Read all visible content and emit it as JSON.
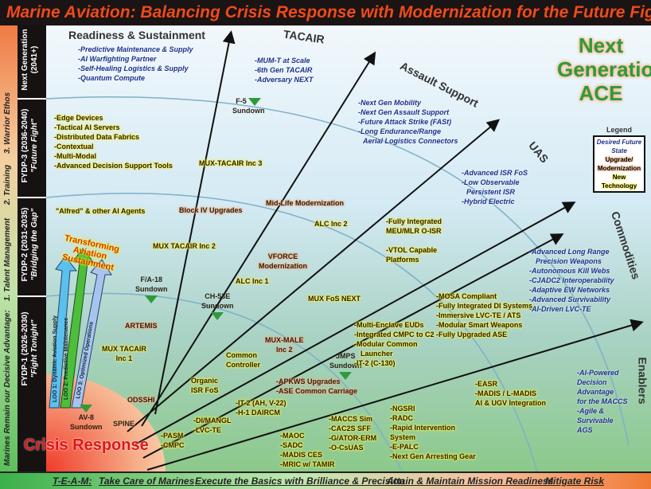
{
  "title": "Marine Aviation: Balancing Crisis Response with Modernization for the Future Fight",
  "left_strip": {
    "text": "Marines Remain our Decisive Advantage:",
    "items": [
      "1. Talent Management",
      "2. Training",
      "3. Warrior Ethos"
    ]
  },
  "periods": [
    {
      "name": "Next Generation",
      "years": "(2041+)"
    },
    {
      "name": "FYDP-3 (2036-2040)",
      "sub": "\"Future Fight\""
    },
    {
      "name": "FYDP-2 (2031-2035)",
      "sub": "\"Bridging the Gap\""
    },
    {
      "name": "FYDP-1 (2026-2030)",
      "sub": "\"Fight Tonight\""
    }
  ],
  "headings": {
    "readiness": "Readiness & Sustainment",
    "tacair": "TACAIR",
    "assault": "Assault Support",
    "uas": "UAS",
    "commodities": "Commodities",
    "enablers": "Enablers",
    "crisis": "Crisis Response",
    "nextgen": [
      "Next",
      "Generation",
      "ACE"
    ],
    "transforming": "Transforming Aviation Sustainment"
  },
  "legend": {
    "title": "Legend",
    "desired": "Desired Future State",
    "upgrade": "Upgrade/ Modernization",
    "new": "New Technology"
  },
  "future": {
    "readiness": [
      "-Predictive Maintenance & Supply",
      "-AI Warfighting Partner",
      "-Self-Healing Logistics & Supply",
      "-Quantum Compute"
    ],
    "tacair": [
      "-MUM-T at Scale",
      "-6th Gen TACAIR",
      "-Adversary NEXT"
    ],
    "assault": [
      "-Next Gen Mobility",
      "-Next Gen Assault Support",
      "-Future Attack Strike (FASt)",
      "-Long Endurance/Range",
      "Aerial Logistics Connectors"
    ],
    "uas": [
      "-Advanced ISR FoS",
      "-Low Observable",
      "Persistent ISR",
      "-Hybrid Electric"
    ],
    "commodities": [
      "-Advanced Long Range",
      "Precision Weapons",
      "-Autonomous Kill Webs",
      "-CJADC2 Interoperability",
      "-Adaptive EW Networks",
      "-Advanced Survivability",
      "-AI-Driven LVC-TE"
    ],
    "enablers": [
      "-AI-Powered",
      "Decision",
      "Advantage",
      "for the MACCS",
      "-Agile &",
      "Survivable",
      "AGS"
    ]
  },
  "readiness_new": [
    "-Edge Devices",
    "-Tactical AI Servers",
    "-Distributed Data Fabrics",
    "-Contextual",
    "-Multi-Modal",
    "-Advanced Decision Support Tools"
  ],
  "alfred": "\"Alfred\" & other AI Agents",
  "loo": [
    "LOO 1: Dynamic Aviation Supply",
    "LOO 2: Predictive Maintenance",
    "LOO 3: Optimized Operations"
  ],
  "sundowns": {
    "f5": [
      "F-5",
      "Sundown"
    ],
    "fa18": [
      "F/A-18",
      "Sundown"
    ],
    "ch53e": [
      "CH-53E",
      "Sundown"
    ],
    "jmps": [
      "JMPS",
      "Sundown"
    ],
    "av8": [
      "AV-8",
      "Sundown"
    ]
  },
  "labels": {
    "mux_tacair3": "MUX-TACAIR Inc 3",
    "block4": "Block IV Upgrades",
    "midlife": "Mid-Life Modernization",
    "alc2": "ALC Inc 2",
    "mux_tacair2": "MUX TACAIR Inc 2",
    "vforce": [
      "VFORCE",
      "Modernization"
    ],
    "alc1": "ALC Inc 1",
    "artemis": "ARTEMIS",
    "muxfos": "MUX FoS NEXT",
    "muxmale": [
      "MUX-MALE",
      "Inc 2"
    ],
    "mux_tacair1": [
      "MUX TACAIR",
      "Inc 1"
    ],
    "common": [
      "Common",
      "Controller"
    ],
    "organic": [
      "Organic",
      "ISR FoS"
    ],
    "apkws": [
      "-APKWS Upgrades",
      "-ASE Common Carriage"
    ],
    "odsshi": "ODSSHI",
    "spine": "SPINE",
    "it2": [
      "-IT-2 (AH, V-22)",
      "-H-1 DAIRCM"
    ],
    "dimangl": [
      "-DI/MANGL",
      "-LVC-TE"
    ],
    "pasm": [
      "-PASM",
      "-CMPC"
    ],
    "maoc": [
      "-MAOC",
      "-SADC",
      "-MADIS CES",
      "-MRIC w/ TAMIR"
    ],
    "maccs": [
      "-MACCS Sim",
      "-CAC2S SFF",
      "-G/ATOR-ERM",
      "-O-CsUAS"
    ],
    "ngsri": [
      "-NGSRI",
      "-RADC",
      "-Rapid Intervention",
      "System",
      "-E-PALC",
      "-Next Gen Arresting Gear"
    ],
    "meu": [
      "-Fully Integrated",
      "MEU/MLR O-ISR"
    ],
    "vtol": [
      "-VTOL Capable",
      "Platforms"
    ],
    "enclave": [
      "-Multi-Enclave EUDs",
      "-Integrated CMPC to C2",
      "-Modular Common",
      "Launcher",
      "-IT-2 (C-130)"
    ],
    "mosa": [
      "-MOSA Compliant",
      "-Fully Integrated DI Systems",
      "-Immersive LVC-TE / ATS",
      "-Modular Smart Weapons",
      "-Fully Upgraded ASE"
    ],
    "easr": [
      "-EASR",
      "-MADIS / L-MADIS",
      "AI & UGV Integration"
    ]
  },
  "bottom": [
    "T-E-A-M:",
    "Take Care of Marines",
    "Execute the Basics with Brilliance & Precision",
    "Attain & Maintain Mission Readiness",
    "Mitigate Risk"
  ]
}
